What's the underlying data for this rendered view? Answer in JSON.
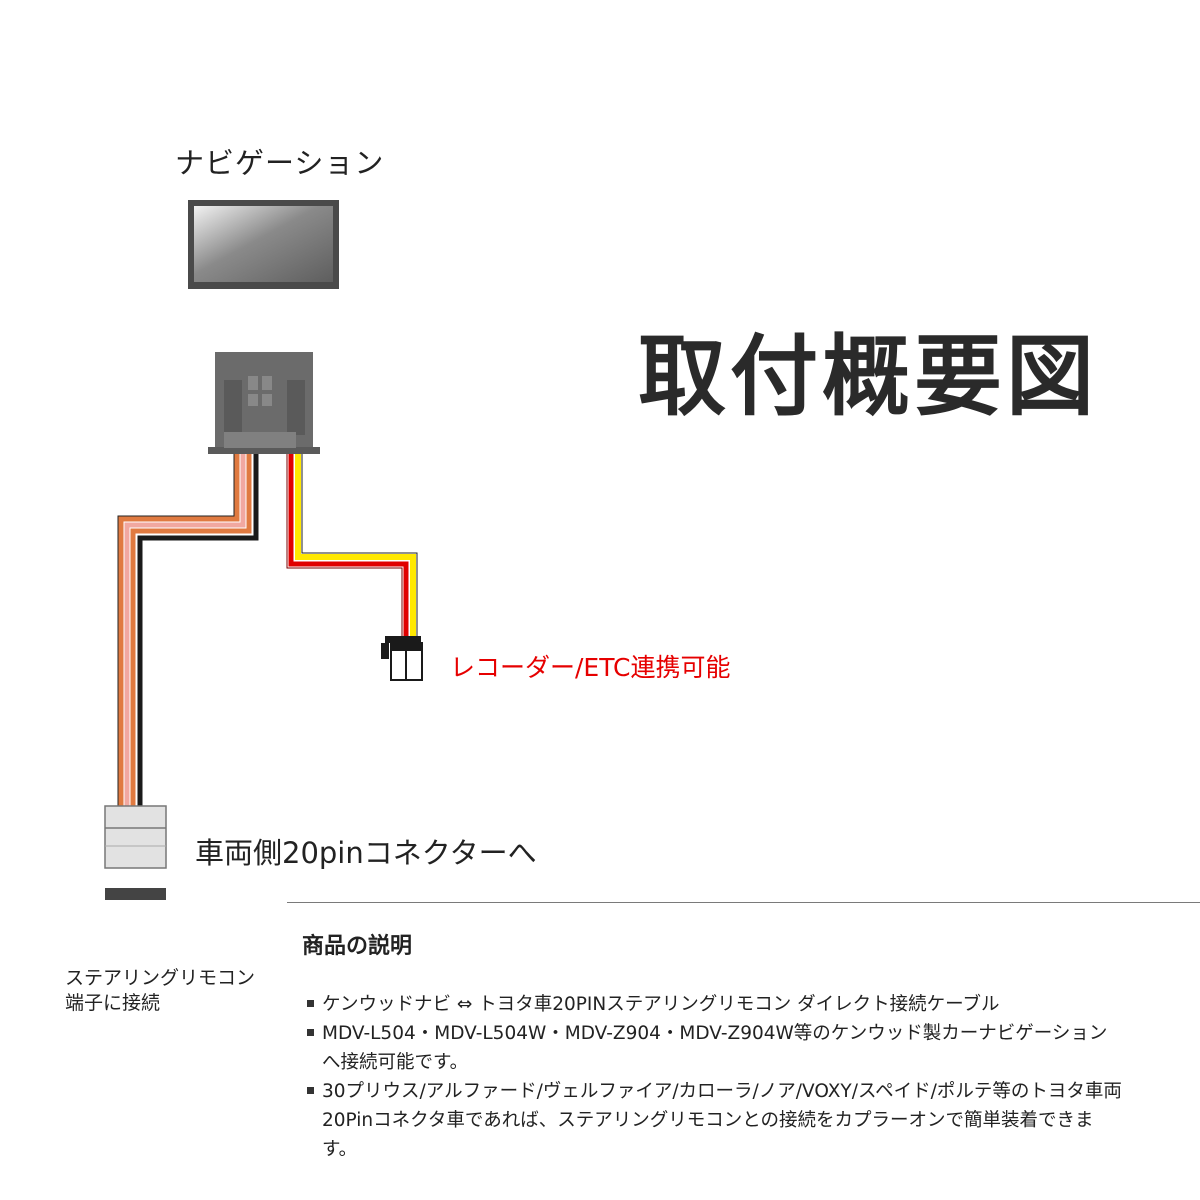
{
  "diagram": {
    "navi_label": "ナビゲーション",
    "title": "取付概要図",
    "recorder_label": "レコーダー/ETC連携可能",
    "vehicle_connector_label": "車両側20pinコネクターへ",
    "steering_label_line1": "ステアリングリモコン",
    "steering_label_line2": "端子に接続"
  },
  "description": {
    "heading": "商品の説明",
    "items": [
      "ケンウッドナビ ⇔ トヨタ車20PINステアリングリモコン ダイレクト接続ケーブル",
      "MDV-L504・MDV-L504W・MDV-Z904・MDV-Z904W等のケンウッド製カーナビゲーションへ接続可能です。",
      "30プリウス/アルファード/ヴェルファイア/カローラ/ノア/VOXY/スペイド/ポルテ等のトヨタ車両20Pinコネクタ車であれば、ステアリングリモコンとの接続をカプラーオンで簡単装着できます。"
    ]
  },
  "colors": {
    "wire_orange": "#e07a40",
    "wire_pink": "#f1a8a0",
    "wire_black": "#1a1a1a",
    "wire_red": "#e00000",
    "wire_yellow": "#ffe800",
    "accent_red": "#e60000"
  }
}
